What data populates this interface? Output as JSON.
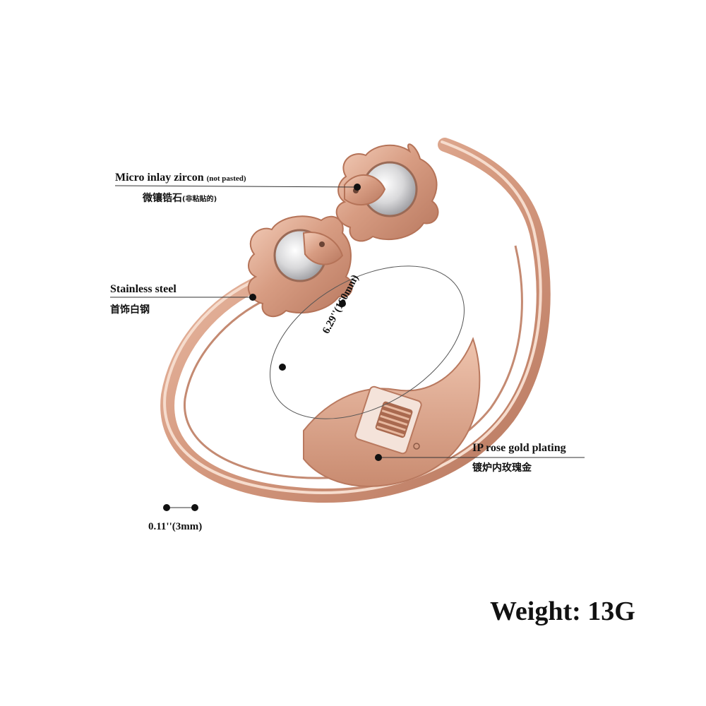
{
  "product": {
    "material_color": "#d9a48c",
    "zircon_label_main": "Micro inlay zircon",
    "zircon_label_note": "(not pasted)",
    "zircon_label_cn_main": "微镶锆石",
    "zircon_label_cn_note": "(非粘贴的)",
    "steel_label": "Stainless steel",
    "steel_label_cn": "首饰白钢",
    "plating_label": "IP rose gold plating",
    "plating_label_cn": "镀炉内玫瑰金",
    "diameter_label": "6.29''(160mm)",
    "width_label": "0.11''(3mm)",
    "weight_label": "Weight: 13G"
  }
}
